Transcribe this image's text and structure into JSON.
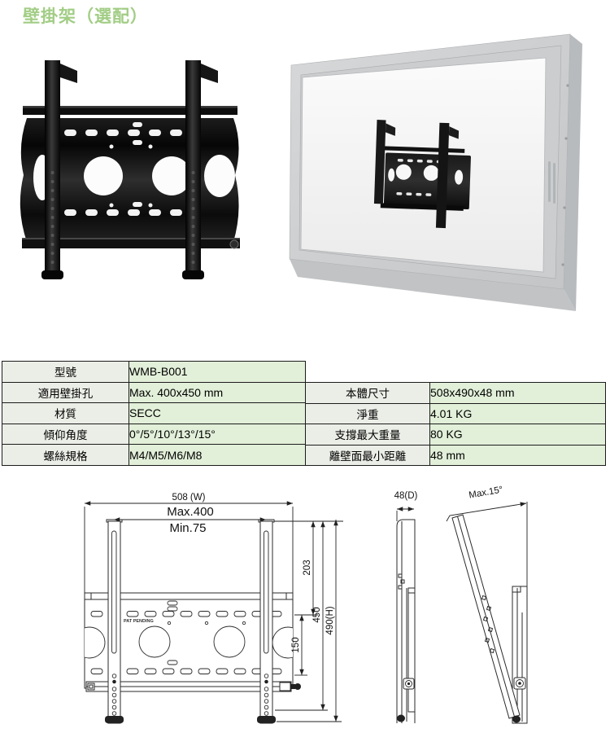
{
  "page": {
    "title": "壁掛架（選配）",
    "title_color": "#a2cd85"
  },
  "photos": {
    "bracket": "black wall-mount bracket product photo",
    "display": "display rear view with bracket mounted"
  },
  "spec_table": {
    "left_rows": [
      {
        "label": "型號",
        "value": "WMB-B001"
      },
      {
        "label": "適用壁掛孔",
        "value": "Max. 400x450 mm"
      },
      {
        "label": "材質",
        "value": "SECC"
      },
      {
        "label": "傾仰角度",
        "value": "0°/5°/10°/13°/15°"
      },
      {
        "label": "螺絲規格",
        "value": "M4/M5/M6/M8"
      }
    ],
    "right_rows": [
      {
        "label": "本體尺寸",
        "value": "508x490x48 mm"
      },
      {
        "label": "淨重",
        "value": "4.01 KG"
      },
      {
        "label": "支撐最大重量",
        "value": "80 KG"
      },
      {
        "label": "離壁面最小距離",
        "value": "48 mm"
      }
    ],
    "label_bg": "#ebeee7",
    "value_bg": "#e2efd9"
  },
  "drawing": {
    "front": {
      "overall_width": "508 (W)",
      "hole_pitch_max": "Max.400",
      "hole_pitch_min": "Min.75",
      "dim_upper": "203",
      "dim_rail_span": "450",
      "dim_overall_height": "490(H)",
      "dim_plate_span": "150",
      "patent": "PAT PENDING"
    },
    "side": {
      "depth": "48(D)"
    },
    "tilt": {
      "angle": "Max.15°"
    }
  }
}
